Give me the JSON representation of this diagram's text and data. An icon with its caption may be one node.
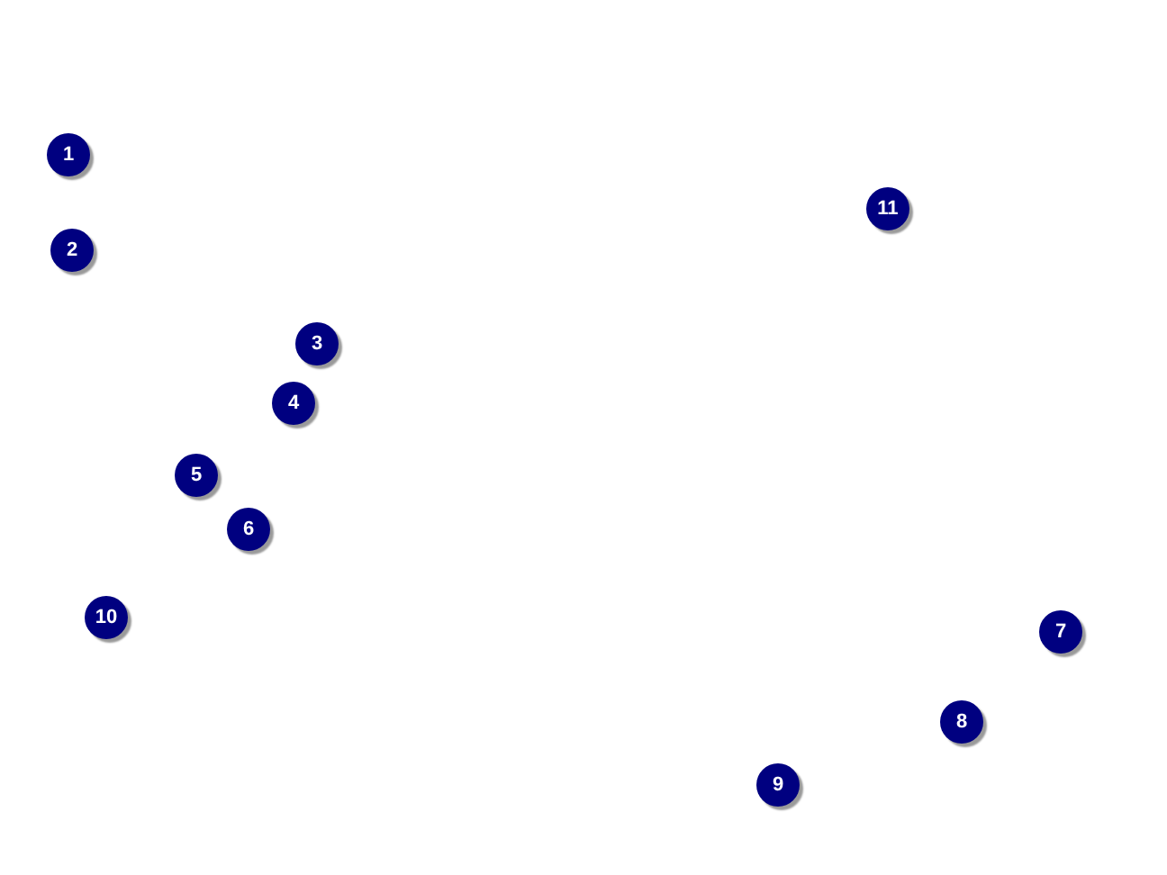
{
  "diagram": {
    "labels": [
      "1",
      "11",
      "2",
      "3",
      "4",
      "5",
      "6",
      "10",
      "7",
      "8",
      "9"
    ]
  }
}
